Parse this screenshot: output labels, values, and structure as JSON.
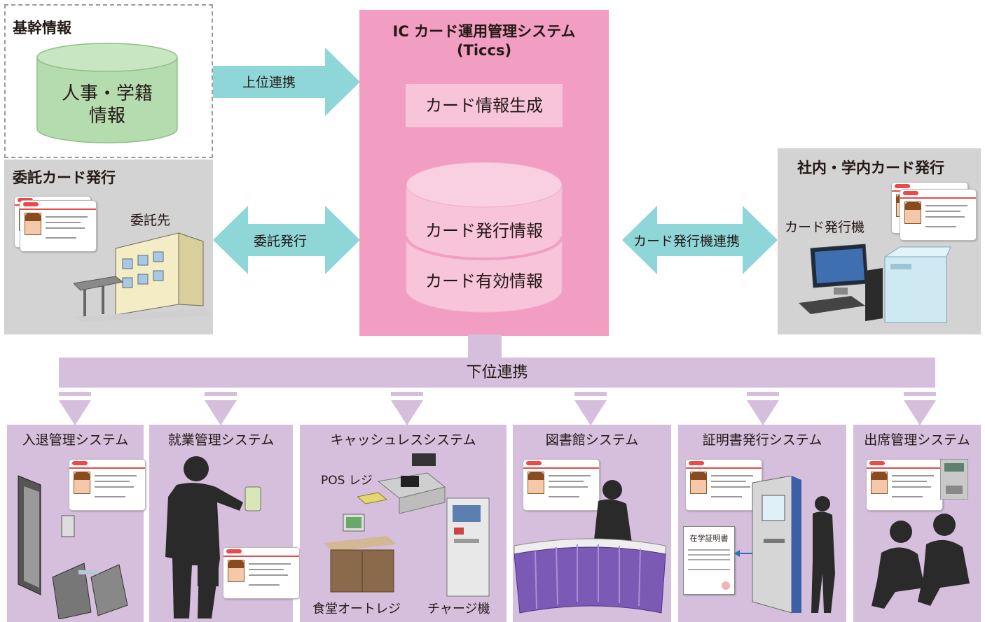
{
  "core_info": {
    "title": "基幹情報",
    "db_label_line1": "人事・学籍",
    "db_label_line2": "情報"
  },
  "outsourced_issue": {
    "title": "委託カード発行",
    "contractor_label": "委託先"
  },
  "ticcs": {
    "title_line1": "IC カード運用管理システム",
    "title_line2": "(Ticcs)",
    "card_info_gen": "カード情報生成",
    "db_upper": "カード発行情報",
    "db_lower": "カード有効情報"
  },
  "arrows": {
    "upstream": "上位連携",
    "outsource": "委託発行",
    "printer_link": "カード発行機連携",
    "downstream": "下位連携"
  },
  "inhouse_issue": {
    "title": "社内・学内カード発行",
    "printer_label": "カード発行機"
  },
  "subsystems": [
    {
      "title": "入退管理システム"
    },
    {
      "title": "就業管理システム"
    },
    {
      "title": "キャッシュレスシステム",
      "pos_label": "POS レジ",
      "cafeteria_label": "食堂オートレジ",
      "charge_label": "チャージ機"
    },
    {
      "title": "図書館システム"
    },
    {
      "title": "証明書発行システム",
      "certificate_title": "在学証明書"
    },
    {
      "title": "出席管理システム"
    }
  ],
  "colors": {
    "ticcs": "#f19ec2",
    "arrow_teal": "#8fd6d8",
    "lavender": "#d5bfdc",
    "db_green": "#b5dcae",
    "gray_panel": "#d4d3d3"
  }
}
